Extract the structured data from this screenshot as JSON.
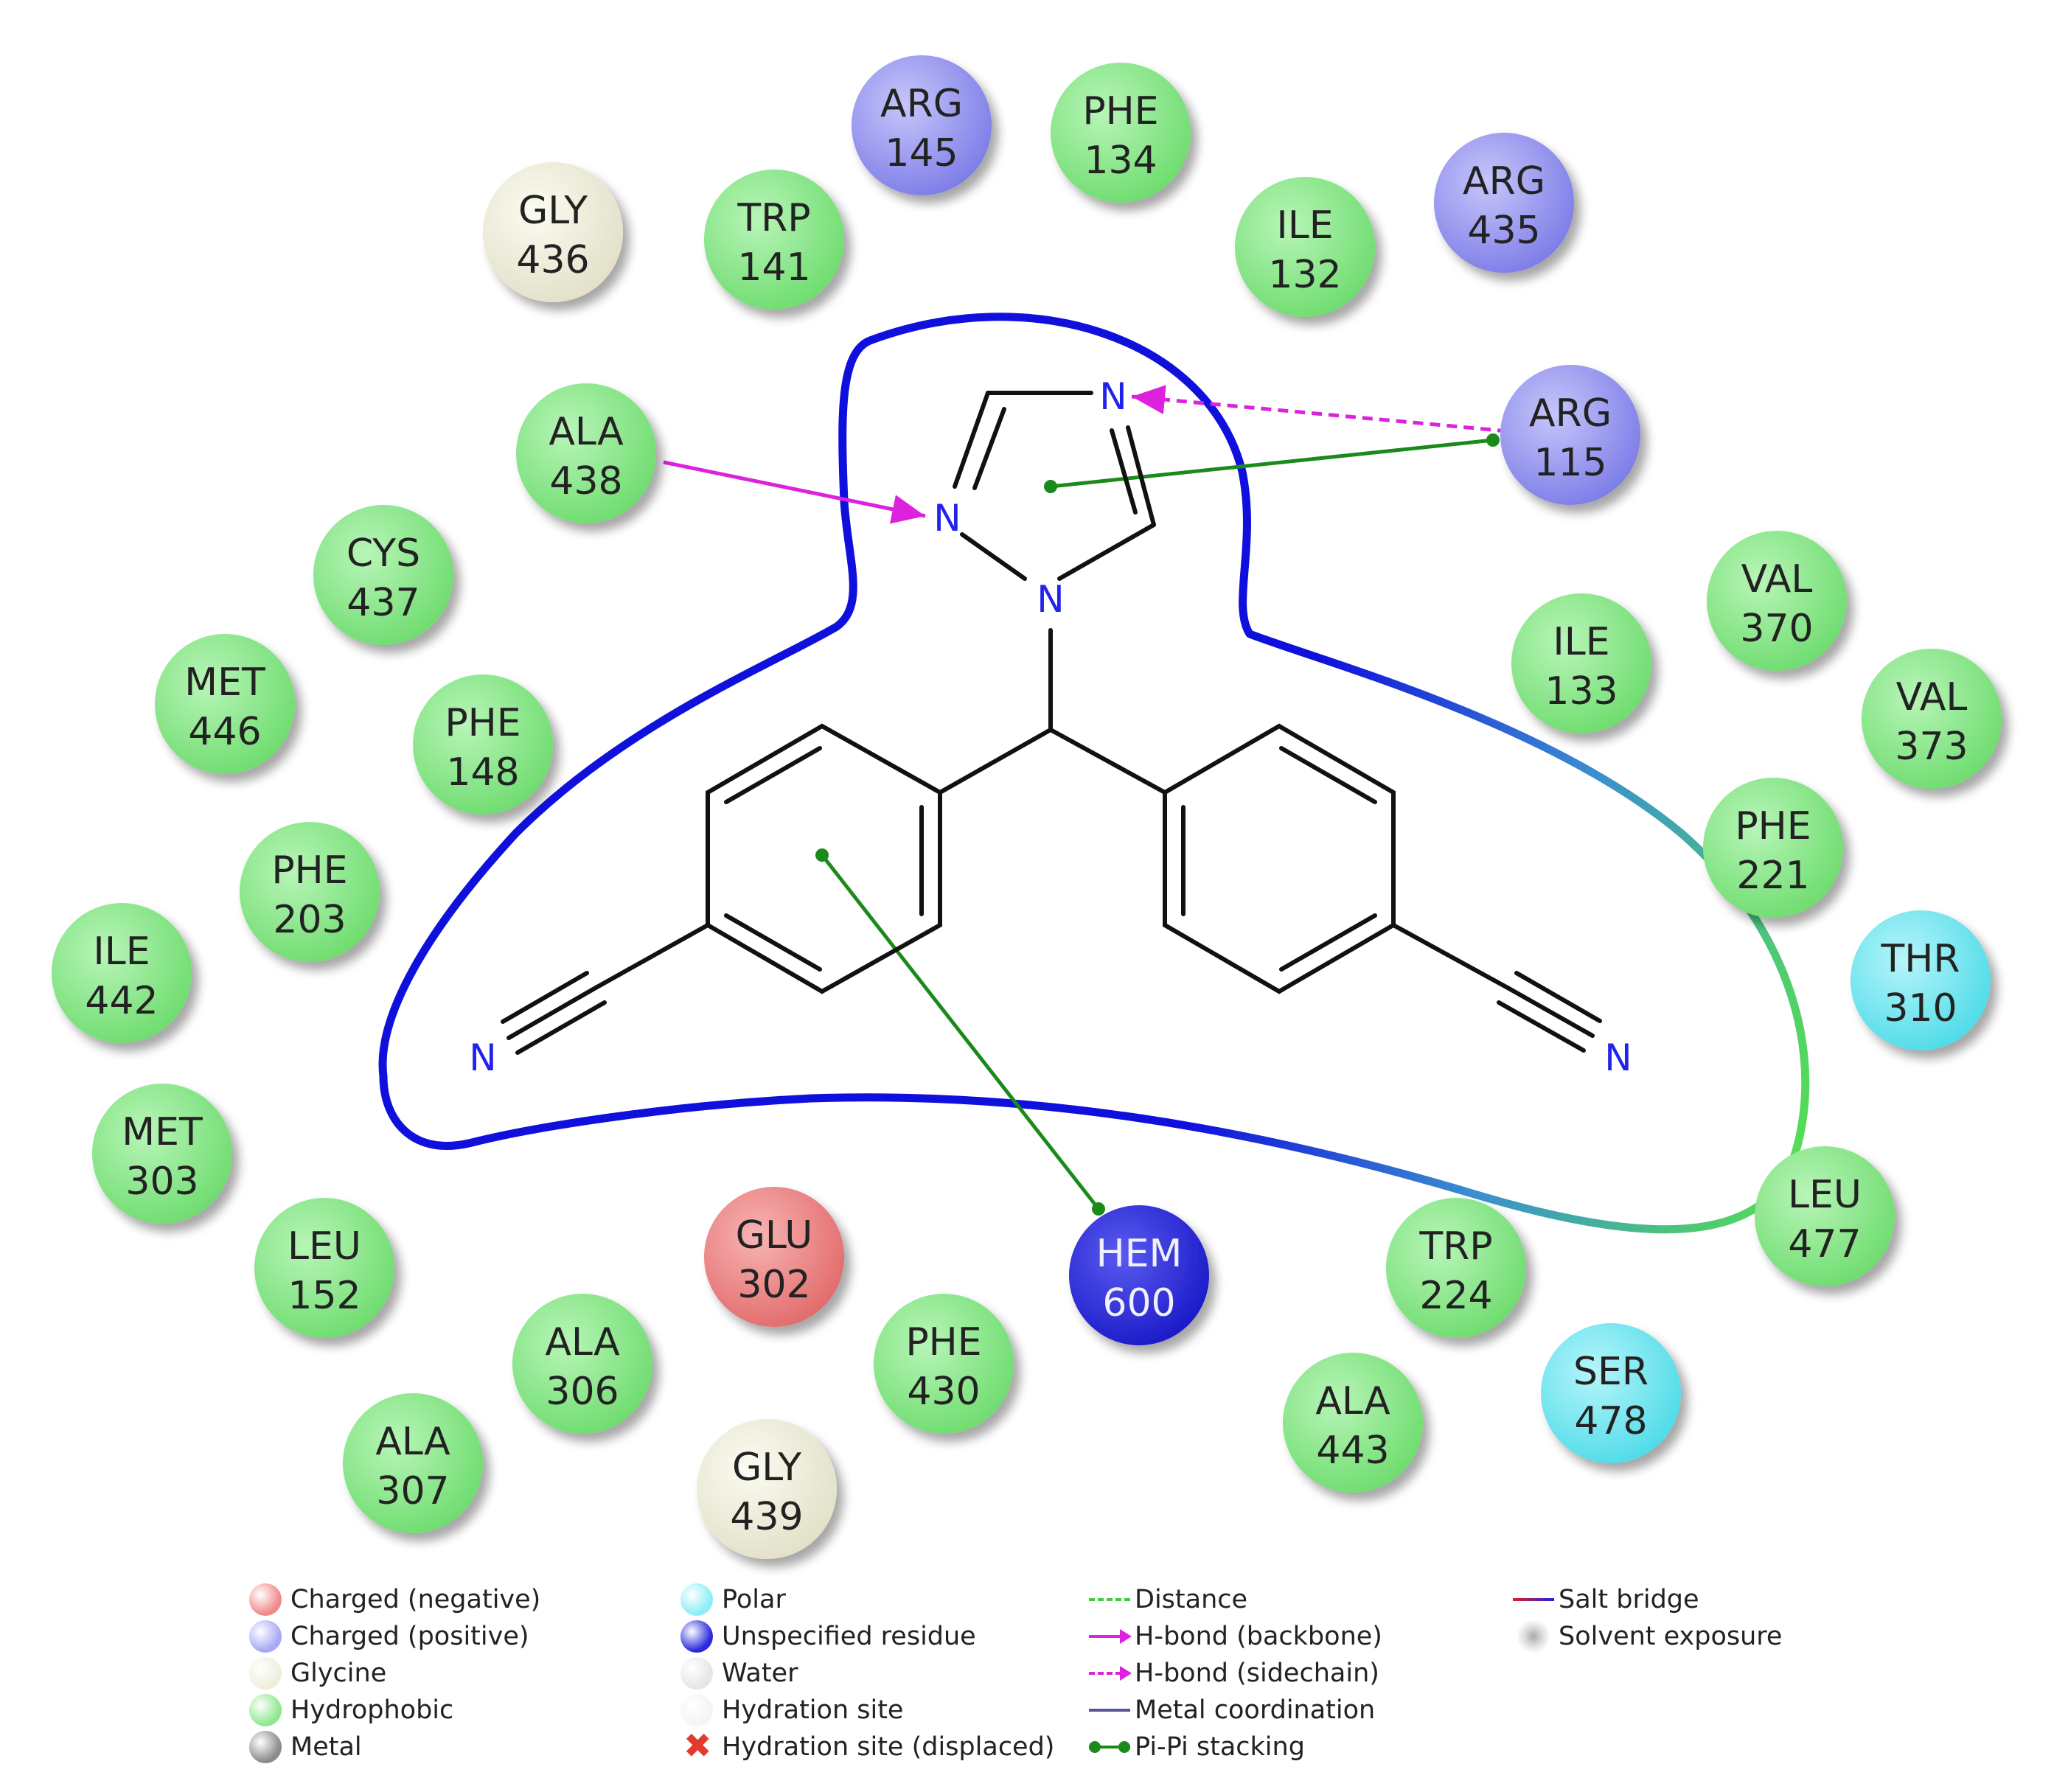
{
  "residues": [
    {
      "name": "ARG",
      "num": "145",
      "type": "positive"
    },
    {
      "name": "PHE",
      "num": "134",
      "type": "hydrophobic"
    },
    {
      "name": "GLY",
      "num": "436",
      "type": "glycine"
    },
    {
      "name": "TRP",
      "num": "141",
      "type": "hydrophobic"
    },
    {
      "name": "ILE",
      "num": "132",
      "type": "hydrophobic"
    },
    {
      "name": "ARG",
      "num": "435",
      "type": "positive"
    },
    {
      "name": "ALA",
      "num": "438",
      "type": "hydrophobic"
    },
    {
      "name": "ARG",
      "num": "115",
      "type": "positive"
    },
    {
      "name": "CYS",
      "num": "437",
      "type": "hydrophobic"
    },
    {
      "name": "VAL",
      "num": "370",
      "type": "hydrophobic"
    },
    {
      "name": "ILE",
      "num": "133",
      "type": "hydrophobic"
    },
    {
      "name": "MET",
      "num": "446",
      "type": "hydrophobic"
    },
    {
      "name": "PHE",
      "num": "148",
      "type": "hydrophobic"
    },
    {
      "name": "VAL",
      "num": "373",
      "type": "hydrophobic"
    },
    {
      "name": "PHE",
      "num": "203",
      "type": "hydrophobic"
    },
    {
      "name": "PHE",
      "num": "221",
      "type": "hydrophobic"
    },
    {
      "name": "ILE",
      "num": "442",
      "type": "hydrophobic"
    },
    {
      "name": "THR",
      "num": "310",
      "type": "polar"
    },
    {
      "name": "MET",
      "num": "303",
      "type": "hydrophobic"
    },
    {
      "name": "LEU",
      "num": "477",
      "type": "hydrophobic"
    },
    {
      "name": "LEU",
      "num": "152",
      "type": "hydrophobic"
    },
    {
      "name": "GLU",
      "num": "302",
      "type": "negative"
    },
    {
      "name": "HEM",
      "num": "600",
      "type": "unspecified"
    },
    {
      "name": "TRP",
      "num": "224",
      "type": "hydrophobic"
    },
    {
      "name": "ALA",
      "num": "306",
      "type": "hydrophobic"
    },
    {
      "name": "PHE",
      "num": "430",
      "type": "hydrophobic"
    },
    {
      "name": "SER",
      "num": "478",
      "type": "polar"
    },
    {
      "name": "ALA",
      "num": "443",
      "type": "hydrophobic"
    },
    {
      "name": "ALA",
      "num": "307",
      "type": "hydrophobic"
    },
    {
      "name": "GLY",
      "num": "439",
      "type": "glycine"
    }
  ],
  "atoms": {
    "N_triazole_top": "N",
    "N_triazole_left": "N",
    "N_triazole_bottom": "N",
    "N_nitrile_left": "N",
    "N_nitrile_right": "N"
  },
  "interactions": [
    {
      "type": "hbond_backbone",
      "from": "ALA 438",
      "to": "N"
    },
    {
      "type": "hbond_sidechain",
      "from": "ARG 115",
      "to": "N"
    },
    {
      "type": "pi_pi_stacking",
      "from": "ARG 115",
      "to": "triazole ring"
    },
    {
      "type": "pi_pi_stacking",
      "from": "HEM 600",
      "to": "phenyl ring"
    }
  ],
  "colors": {
    "negative": "#e87474",
    "positive": "#8f8ff0",
    "glycine": "#ecebd8",
    "hydrophobic": "#7ee67e",
    "polar": "#6fe5f0",
    "unspecified": "#2a2adc",
    "water": "#e8e8e8",
    "metal": "#8c8c8c",
    "hbond": "#dd22dd",
    "pipi": "#1a8a1a",
    "pocket": "#1010dd",
    "pocket_green": "#55dd55",
    "bond": "#111111",
    "nitrogen": "#2222ee"
  },
  "legend": [
    {
      "label": "Charged (negative)",
      "symbol": "ball",
      "color": "#f08a8a"
    },
    {
      "label": "Charged (positive)",
      "symbol": "ball",
      "color": "#a8a8f5"
    },
    {
      "label": "Glycine",
      "symbol": "ball",
      "color": "#efeedd"
    },
    {
      "label": "Hydrophobic",
      "symbol": "ball",
      "color": "#8fe88f"
    },
    {
      "label": "Metal",
      "symbol": "ball",
      "color": "#8c8c8c"
    },
    {
      "label": "Polar",
      "symbol": "ball",
      "color": "#8deef5"
    },
    {
      "label": "Unspecified residue",
      "symbol": "ball",
      "color": "#2a2adc"
    },
    {
      "label": "Water",
      "symbol": "ball",
      "color": "#e6e6e6"
    },
    {
      "label": "Hydration site",
      "symbol": "ball",
      "color": "#f4f4f4"
    },
    {
      "label": "Hydration site (displaced)",
      "symbol": "x",
      "color": "#e23b2e"
    },
    {
      "label": "Distance",
      "symbol": "dash",
      "color": "#44cc44"
    },
    {
      "label": "H-bond (backbone)",
      "symbol": "arrow",
      "color": "#dd22dd"
    },
    {
      "label": "H-bond (sidechain)",
      "symbol": "dasharrow",
      "color": "#dd22dd"
    },
    {
      "label": "Metal coordination",
      "symbol": "line",
      "color": "#555599"
    },
    {
      "label": "Pi-Pi stacking",
      "symbol": "dots",
      "color": "#1a8a1a"
    },
    {
      "label": "Salt bridge",
      "symbol": "saltbridge",
      "color": "#8844aa"
    },
    {
      "label": "Solvent exposure",
      "symbol": "halo",
      "color": "#cccccc"
    }
  ]
}
